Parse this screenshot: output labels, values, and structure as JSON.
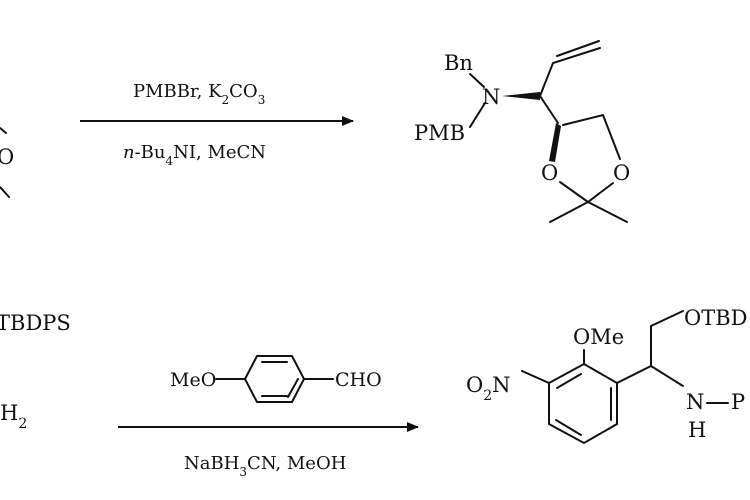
{
  "colors": {
    "ink": "#111111",
    "background": "#ffffff"
  },
  "reaction1": {
    "left_fragment": {
      "atom_o": "O"
    },
    "reagents_above": {
      "text": "PMBBr, K",
      "sub1": "2",
      "mid": "CO",
      "sub2": "3"
    },
    "reagents_below": {
      "prefix": "n",
      "text": "-Bu",
      "sub": "4",
      "rest": "NI, MeCN"
    },
    "product": {
      "label_bn": "Bn",
      "label_n": "N",
      "label_pmb": "PMB",
      "label_o_left": "O",
      "label_o_right": "O"
    }
  },
  "reaction2": {
    "left_fragment": {
      "label_tbdps": "TBDPS",
      "label_h": "H",
      "label_h_sub": "2"
    },
    "reagent_above": {
      "meo": "MeO",
      "cho": "CHO"
    },
    "reagents_below": {
      "text": "NaBH",
      "sub": "3",
      "rest": "CN, MeOH"
    },
    "product": {
      "label_ome": "OMe",
      "label_otbd": "OTBD",
      "label_o2n_o": "O",
      "label_o2n_sub": "2",
      "label_o2n_n": "N",
      "label_n": "N",
      "label_h": "H",
      "label_p": "P"
    }
  }
}
